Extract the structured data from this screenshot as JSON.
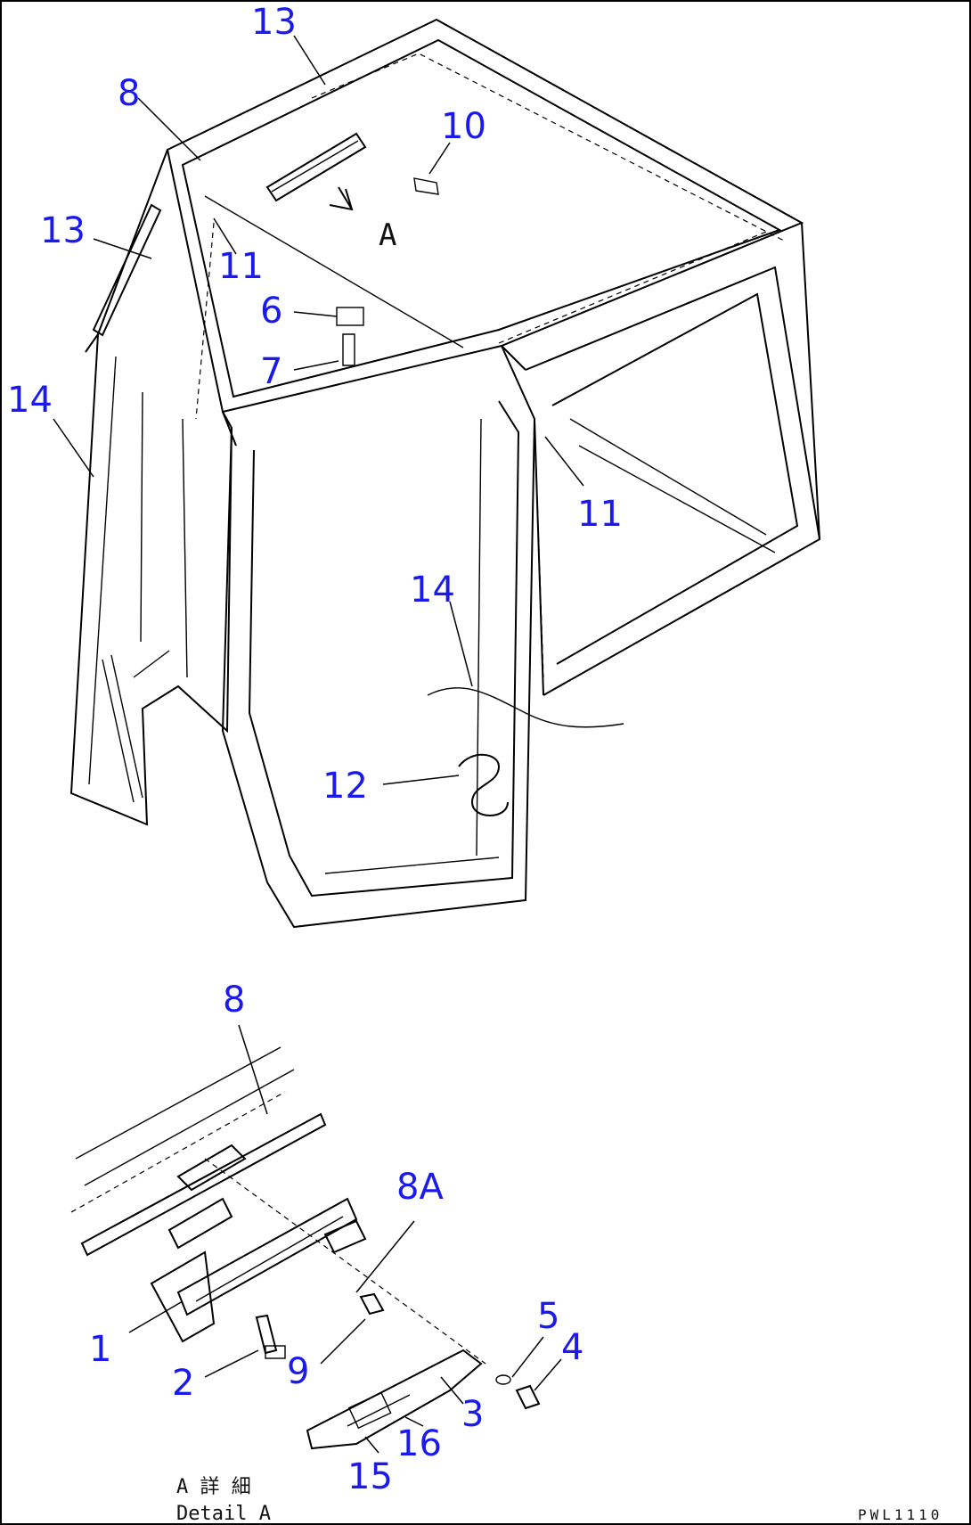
{
  "diagram": {
    "view_letter": "A",
    "callouts": {
      "c13_top": "13",
      "c8_top": "8",
      "c10": "10",
      "c13_left": "13",
      "c11_left": "11",
      "c6": "6",
      "c7": "7",
      "c14_left": "14",
      "c11_right": "11",
      "c14_mid": "14",
      "c12": "12",
      "c8_detail": "8",
      "c8A": "8A",
      "c1": "1",
      "c2": "2",
      "c9": "9",
      "c5": "5",
      "c4": "4",
      "c3": "3",
      "c16": "16",
      "c15": "15"
    },
    "detail_caption_jp": "A 詳 細",
    "detail_caption_en": "Detail A",
    "drawing_code": "PWL1110"
  }
}
